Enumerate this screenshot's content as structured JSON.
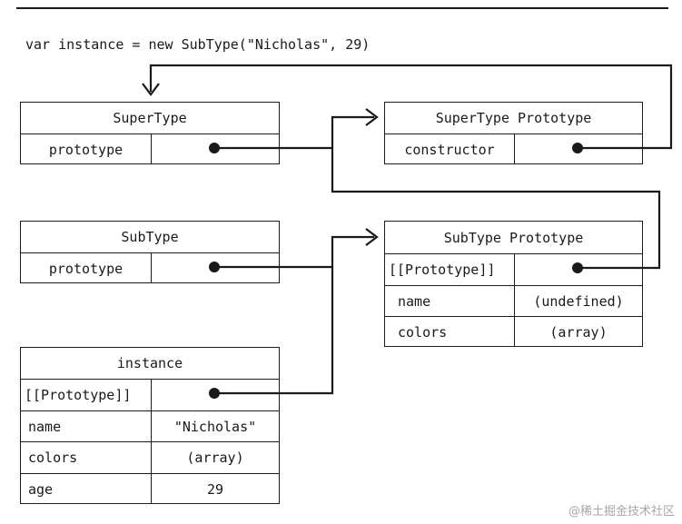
{
  "code_line": "var instance = new SubType(\"Nicholas\", 29)",
  "supertype": {
    "title": "SuperType",
    "prototype_label": "prototype"
  },
  "supertype_prototype": {
    "title": "SuperType Prototype",
    "constructor_label": "constructor"
  },
  "subtype": {
    "title": "SubType",
    "prototype_label": "prototype"
  },
  "subtype_prototype": {
    "title": "SubType Prototype",
    "proto_label": "[[Prototype]]",
    "name_label": "name",
    "name_value": "(undefined)",
    "colors_label": "colors",
    "colors_value": "(array)"
  },
  "instance": {
    "title": "instance",
    "proto_label": "[[Prototype]]",
    "name_label": "name",
    "name_value": "\"Nicholas\"",
    "colors_label": "colors",
    "colors_value": "(array)",
    "age_label": "age",
    "age_value": "29"
  },
  "watermark": "@稀土掘金技术社区"
}
